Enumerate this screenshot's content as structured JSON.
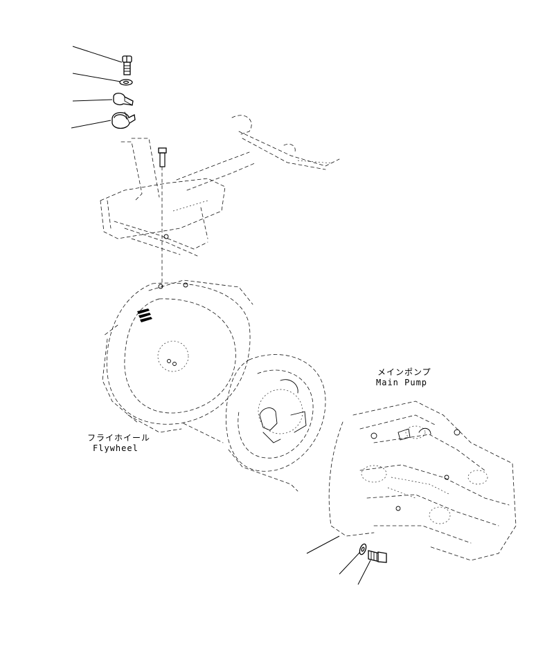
{
  "labels": {
    "main_pump_jp": "メインポンプ",
    "main_pump_en": "Main Pump",
    "flywheel_jp": "フライホイール",
    "flywheel_en": "Flywheel"
  },
  "colors": {
    "line": "#000000",
    "background": "#ffffff"
  }
}
